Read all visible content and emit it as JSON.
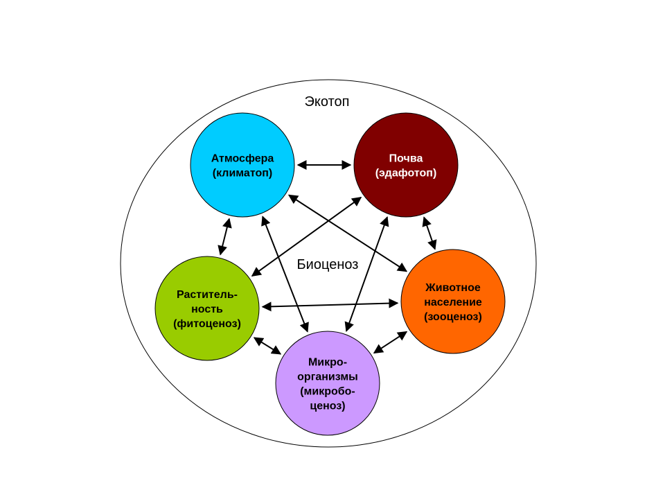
{
  "outer_label": "Экотоп",
  "center_label": "Биоценоз",
  "nodes": [
    {
      "id": "atmosphere",
      "lines": [
        "Атмосфера",
        "(климатоп)"
      ],
      "fill": "#00ccff",
      "text_color": "#000000"
    },
    {
      "id": "soil",
      "lines": [
        "Почва",
        "(эдафотоп)"
      ],
      "fill": "#800000",
      "text_color": "#ffffff"
    },
    {
      "id": "fauna",
      "lines": [
        "Животное",
        "население",
        "(зооценоз)"
      ],
      "fill": "#ff6600",
      "text_color": "#000000"
    },
    {
      "id": "microbes",
      "lines": [
        "Микро-",
        "организмы",
        "(микробо-",
        "ценоз)"
      ],
      "fill": "#cc99ff",
      "text_color": "#000000"
    },
    {
      "id": "vegetation",
      "lines": [
        "Раститель-",
        "ность",
        "(фитоценоз)"
      ],
      "fill": "#99cc00",
      "text_color": "#000000"
    }
  ],
  "links": [
    [
      "atmosphere",
      "soil"
    ],
    [
      "atmosphere",
      "vegetation"
    ],
    [
      "atmosphere",
      "microbes"
    ],
    [
      "atmosphere",
      "fauna"
    ],
    [
      "soil",
      "vegetation"
    ],
    [
      "soil",
      "microbes"
    ],
    [
      "soil",
      "fauna"
    ],
    [
      "vegetation",
      "fauna"
    ],
    [
      "vegetation",
      "microbes"
    ],
    [
      "microbes",
      "fauna"
    ]
  ]
}
